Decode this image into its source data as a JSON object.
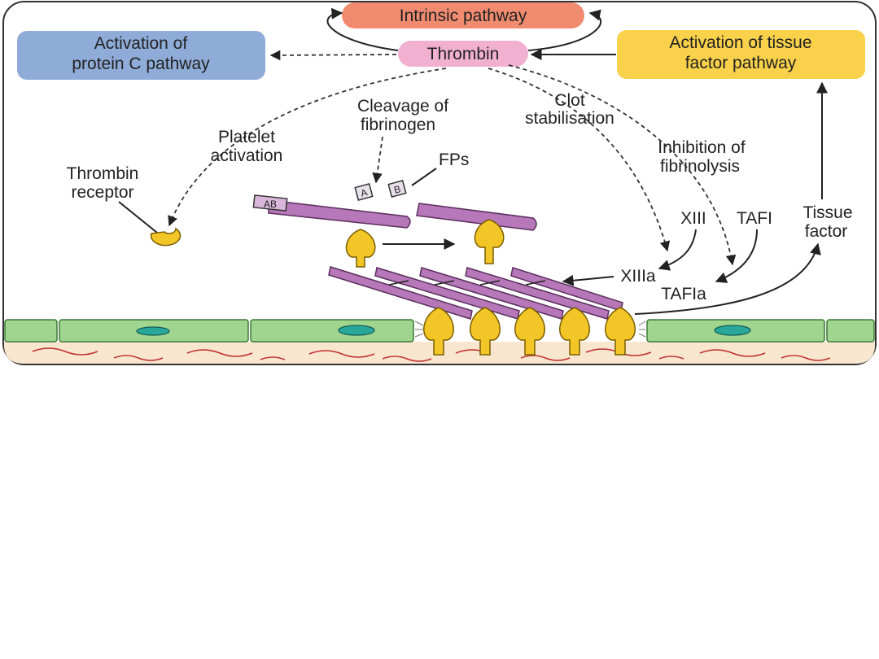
{
  "diagram": {
    "boxes": {
      "intrinsic": {
        "label": "Intrinsic pathway",
        "color": "#f08b70"
      },
      "thrombin": {
        "label": "Thrombin",
        "color": "#f2b0d0"
      },
      "protein_c": {
        "line1": "Activation of",
        "line2": "protein C pathway",
        "color": "#8fabd8"
      },
      "tissue_factor_pathway": {
        "line1": "Activation of tissue",
        "line2": "factor pathway",
        "color": "#f9d14a"
      }
    },
    "labels": {
      "platelet_activation": {
        "line1": "Platelet",
        "line2": "activation"
      },
      "thrombin_receptor": {
        "line1": "Thrombin",
        "line2": "receptor"
      },
      "cleavage": {
        "line1": "Cleavage of",
        "line2": "fibrinogen"
      },
      "clot": {
        "line1": "Clot",
        "line2": "stabilisation"
      },
      "inhibition": {
        "line1": "Inhibition of",
        "line2": "fibrinolysis"
      },
      "fps": "FPs",
      "fp_a": "A",
      "fp_b": "B",
      "ab_tag": "AB",
      "xiii": "XIII",
      "xiiia": "XIIIa",
      "tafi": "TAFI",
      "tafia": "TAFIa",
      "tissue_factor": {
        "line1": "Tissue",
        "line2": "factor"
      }
    },
    "colors": {
      "fibrin": "#b678b8",
      "platelet": "#f3c628",
      "endothelium": "#9fd58f",
      "nucleus": "#2aa79b",
      "subendothelium": "#f8e6cf",
      "collagen": "#c03030"
    }
  }
}
